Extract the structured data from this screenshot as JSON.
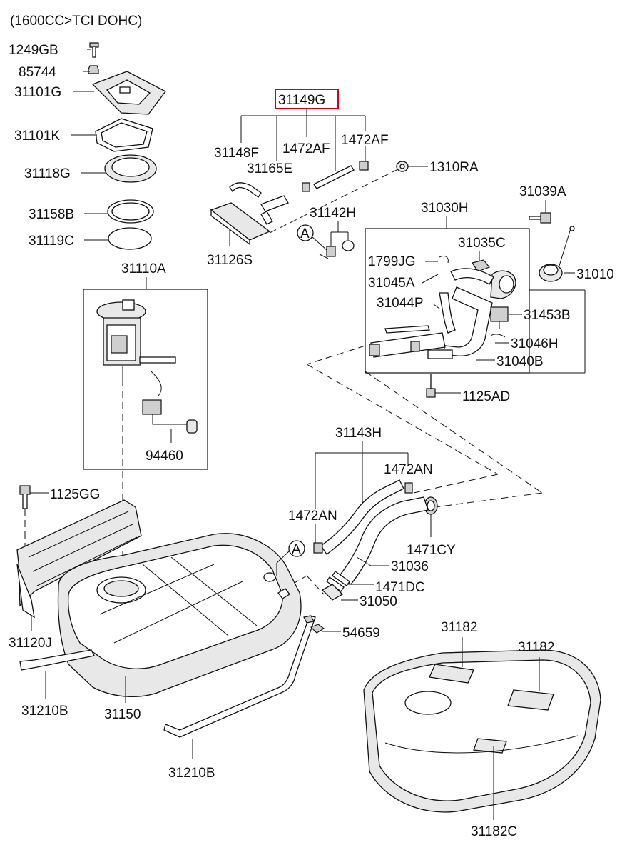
{
  "header": {
    "engine": "(1600CC>TCI DOHC)"
  },
  "callouts": {
    "c1249GB": "1249GB",
    "c85744": "85744",
    "c31101G": "31101G",
    "c31101K": "31101K",
    "c31118G": "31118G",
    "c31158B": "31158B",
    "c31119C": "31119C",
    "c31110A": "31110A",
    "c94460": "94460",
    "c31149G": "31149G",
    "c31148F": "31148F",
    "c1472AF_a": "1472AF",
    "c1472AF_b": "1472AF",
    "c31165E": "31165E",
    "c1310RA": "1310RA",
    "c31142H": "31142H",
    "c31126S": "31126S",
    "c31039A": "31039A",
    "c31030H": "31030H",
    "c31035C": "31035C",
    "c1799JG": "1799JG",
    "c31045A": "31045A",
    "c31010": "31010",
    "c31044P": "31044P",
    "c31453B": "31453B",
    "c31046H": "31046H",
    "c31040B": "31040B",
    "c1125AD": "1125AD",
    "c31143H": "31143H",
    "c1472AN_a": "1472AN",
    "c1472AN_b": "1472AN",
    "c1471CY": "1471CY",
    "c1125GG": "1125GG",
    "c31036": "31036",
    "c1471DC": "1471DC",
    "c31050": "31050",
    "c31120J": "31120J",
    "c54659": "54659",
    "c31182_a": "31182",
    "c31182_b": "31182",
    "c31210B_a": "31210B",
    "c31150": "31150",
    "c31210B_b": "31210B",
    "c31182C": "31182C"
  },
  "refs": {
    "refA_1": "A",
    "refA_2": "A"
  },
  "colors": {
    "highlight": "#d0021b",
    "ink": "#111111"
  }
}
